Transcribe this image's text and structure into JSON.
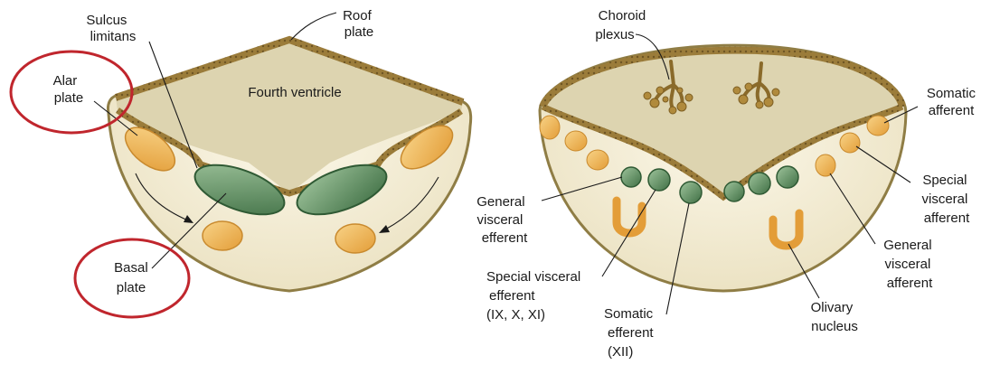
{
  "left_panel": {
    "sulcus_limitans": [
      "Sulcus",
      "limitans"
    ],
    "roof_plate": [
      "Roof",
      "plate"
    ],
    "alar_plate": [
      "Alar",
      "plate"
    ],
    "fourth_ventricle": "Fourth ventricle",
    "basal_plate": [
      "Basal",
      "plate"
    ]
  },
  "right_panel": {
    "choroid_plexus": [
      "Choroid",
      "plexus"
    ],
    "somatic_afferent": [
      "Somatic",
      "afferent"
    ],
    "general_visceral_efferent": [
      "General",
      "visceral",
      "efferent"
    ],
    "special_visceral_afferent": [
      "Special",
      "visceral",
      "afferent"
    ],
    "general_visceral_afferent": [
      "General",
      "visceral",
      "afferent"
    ],
    "special_visceral_efferent": [
      "Special visceral",
      "efferent",
      "(IX, X, XI)"
    ],
    "somatic_efferent": [
      "Somatic",
      "efferent",
      "(XII)"
    ],
    "olivary_nucleus": [
      "Olivary",
      "nucleus"
    ]
  },
  "colors": {
    "tissue": "#f3ecd3",
    "tissue_edge": "#8f7d45",
    "ventricle": "#ddd4b0",
    "membrane": "#8a6d2f",
    "alar": "#f0b95a",
    "basal": "#5f8f62",
    "highlight_circle": "#c0262d"
  }
}
